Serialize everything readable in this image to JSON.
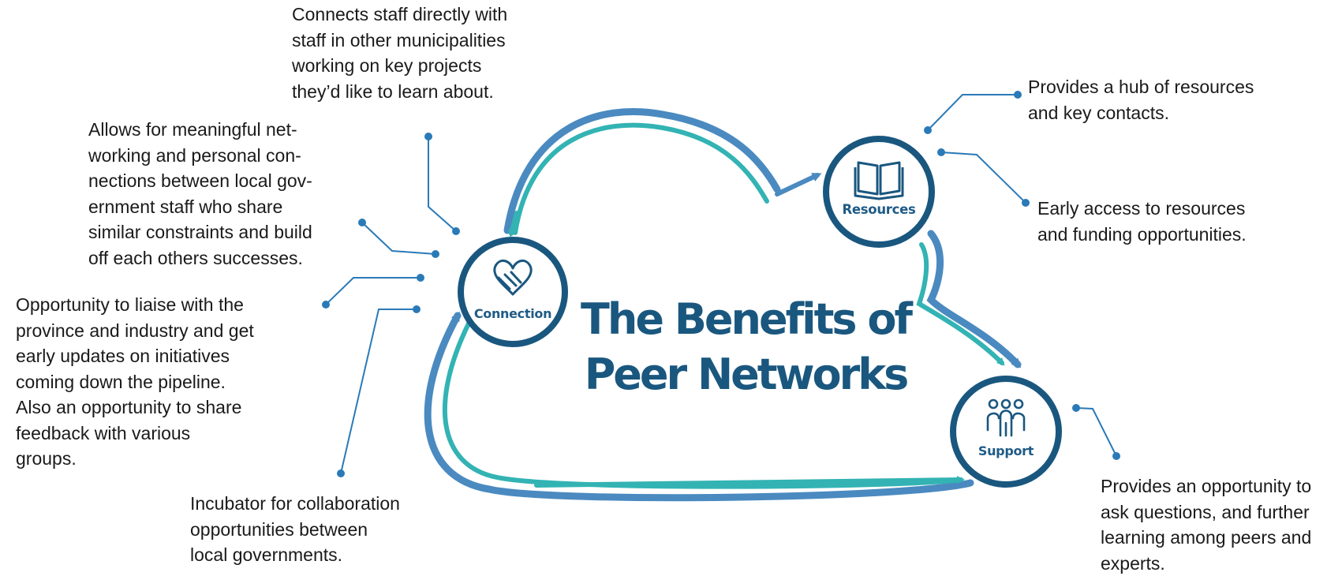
{
  "title": "The Benefits of\nPeer Networks",
  "hubs": {
    "connection": {
      "label": "Connection",
      "icon": "handshake-icon"
    },
    "resources": {
      "label": "Resources",
      "icon": "book-icon"
    },
    "support": {
      "label": "Support",
      "icon": "people-icon"
    }
  },
  "notes": {
    "connects_staff": "Connects staff directly with\nstaff in other municipalities\nworking on key projects\nthey’d like to learn about.",
    "meaningful_networking": "Allows for meaningful net-\nworking and personal con-\nnections between local gov-\nernment staff who share\nsimilar constraints and build\noff each others successes.",
    "liaise": "Opportunity to liaise with the\nprovince and industry and get\nearly updates on initiatives\ncoming down the pipeline.\nAlso an opportunity to share\nfeedback with various\ngroups.",
    "incubator": "Incubator for collaboration\nopportunities between\nlocal governments.",
    "hub_resources": "Provides a hub of resources\nand key contacts.",
    "early_access": "Early access to resources\nand funding opportunities.",
    "ask_questions": "Provides an opportunity to\nask questions, and further\nlearning among peers and\nexperts."
  },
  "colors": {
    "navy": "#1a577f",
    "blue": "#4a8ac0",
    "teal": "#33b3b3",
    "leader": "#2a7ab8"
  }
}
